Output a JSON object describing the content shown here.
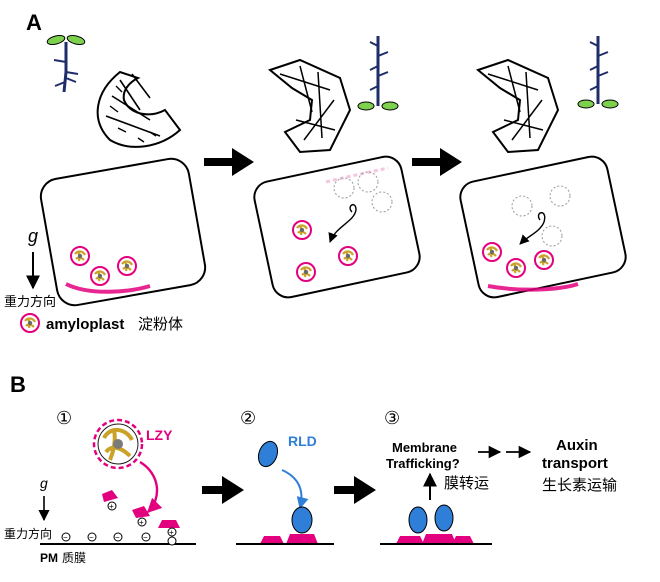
{
  "panel_a": {
    "label": "A",
    "gravity_symbol": "g",
    "gravity_text": "重力方向",
    "legend_amyloplast_en": "amyloplast",
    "legend_amyloplast_cn": "淀粉体"
  },
  "panel_b": {
    "label": "B",
    "step1": "①",
    "step2": "②",
    "step3": "③",
    "lzy_label": "LZY",
    "rld_label": "RLD",
    "membrane_line1": "Membrane",
    "membrane_line2": "Trafficking?",
    "membrane_cn": "膜转运",
    "auxin_line1": "Auxin",
    "auxin_line2": "transport",
    "auxin_cn": "生长素运输",
    "gravity_symbol": "g",
    "gravity_text": "重力方向",
    "pm_en": "PM",
    "pm_cn": "质膜",
    "charge_minus": "−",
    "charge_plus": "+"
  },
  "colors": {
    "magenta": "#e3007f",
    "pink_fill": "#f6c6e1",
    "amyloplast_gold": "#c9a227",
    "rld_blue": "#2f7fd8",
    "stem_navy": "#1f2d6b",
    "leaf_green": "#7ed14f"
  }
}
